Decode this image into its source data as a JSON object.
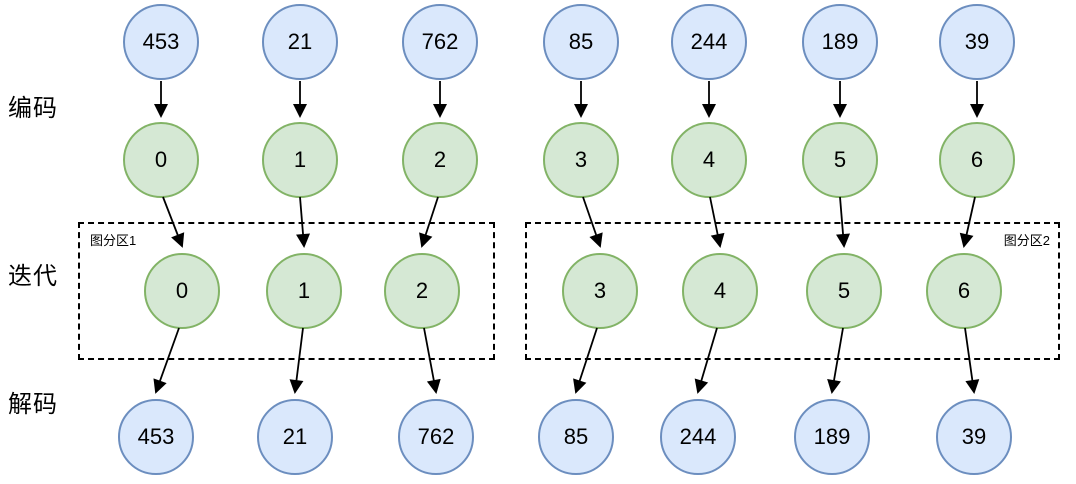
{
  "stage_labels": {
    "encode": "编码",
    "iterate": "迭代",
    "decode": "解码"
  },
  "partitions": [
    {
      "label": "图分区1"
    },
    {
      "label": "图分区2"
    }
  ],
  "columns": [
    {
      "original": "453",
      "encoded": "0",
      "iterated": "0",
      "decoded": "453"
    },
    {
      "original": "21",
      "encoded": "1",
      "iterated": "1",
      "decoded": "21"
    },
    {
      "original": "762",
      "encoded": "2",
      "iterated": "2",
      "decoded": "762"
    },
    {
      "original": "85",
      "encoded": "3",
      "iterated": "3",
      "decoded": "85"
    },
    {
      "original": "244",
      "encoded": "4",
      "iterated": "4",
      "decoded": "244"
    },
    {
      "original": "189",
      "encoded": "5",
      "iterated": "5",
      "decoded": "189"
    },
    {
      "original": "39",
      "encoded": "6",
      "iterated": "6",
      "decoded": "39"
    }
  ],
  "colors": {
    "background": "#ffffff",
    "blue_fill": "#dae8fc",
    "blue_stroke": "#6c8ebf",
    "green_fill": "#d5e8d4",
    "green_stroke": "#82b366",
    "line": "#000000",
    "text": "#000000"
  }
}
